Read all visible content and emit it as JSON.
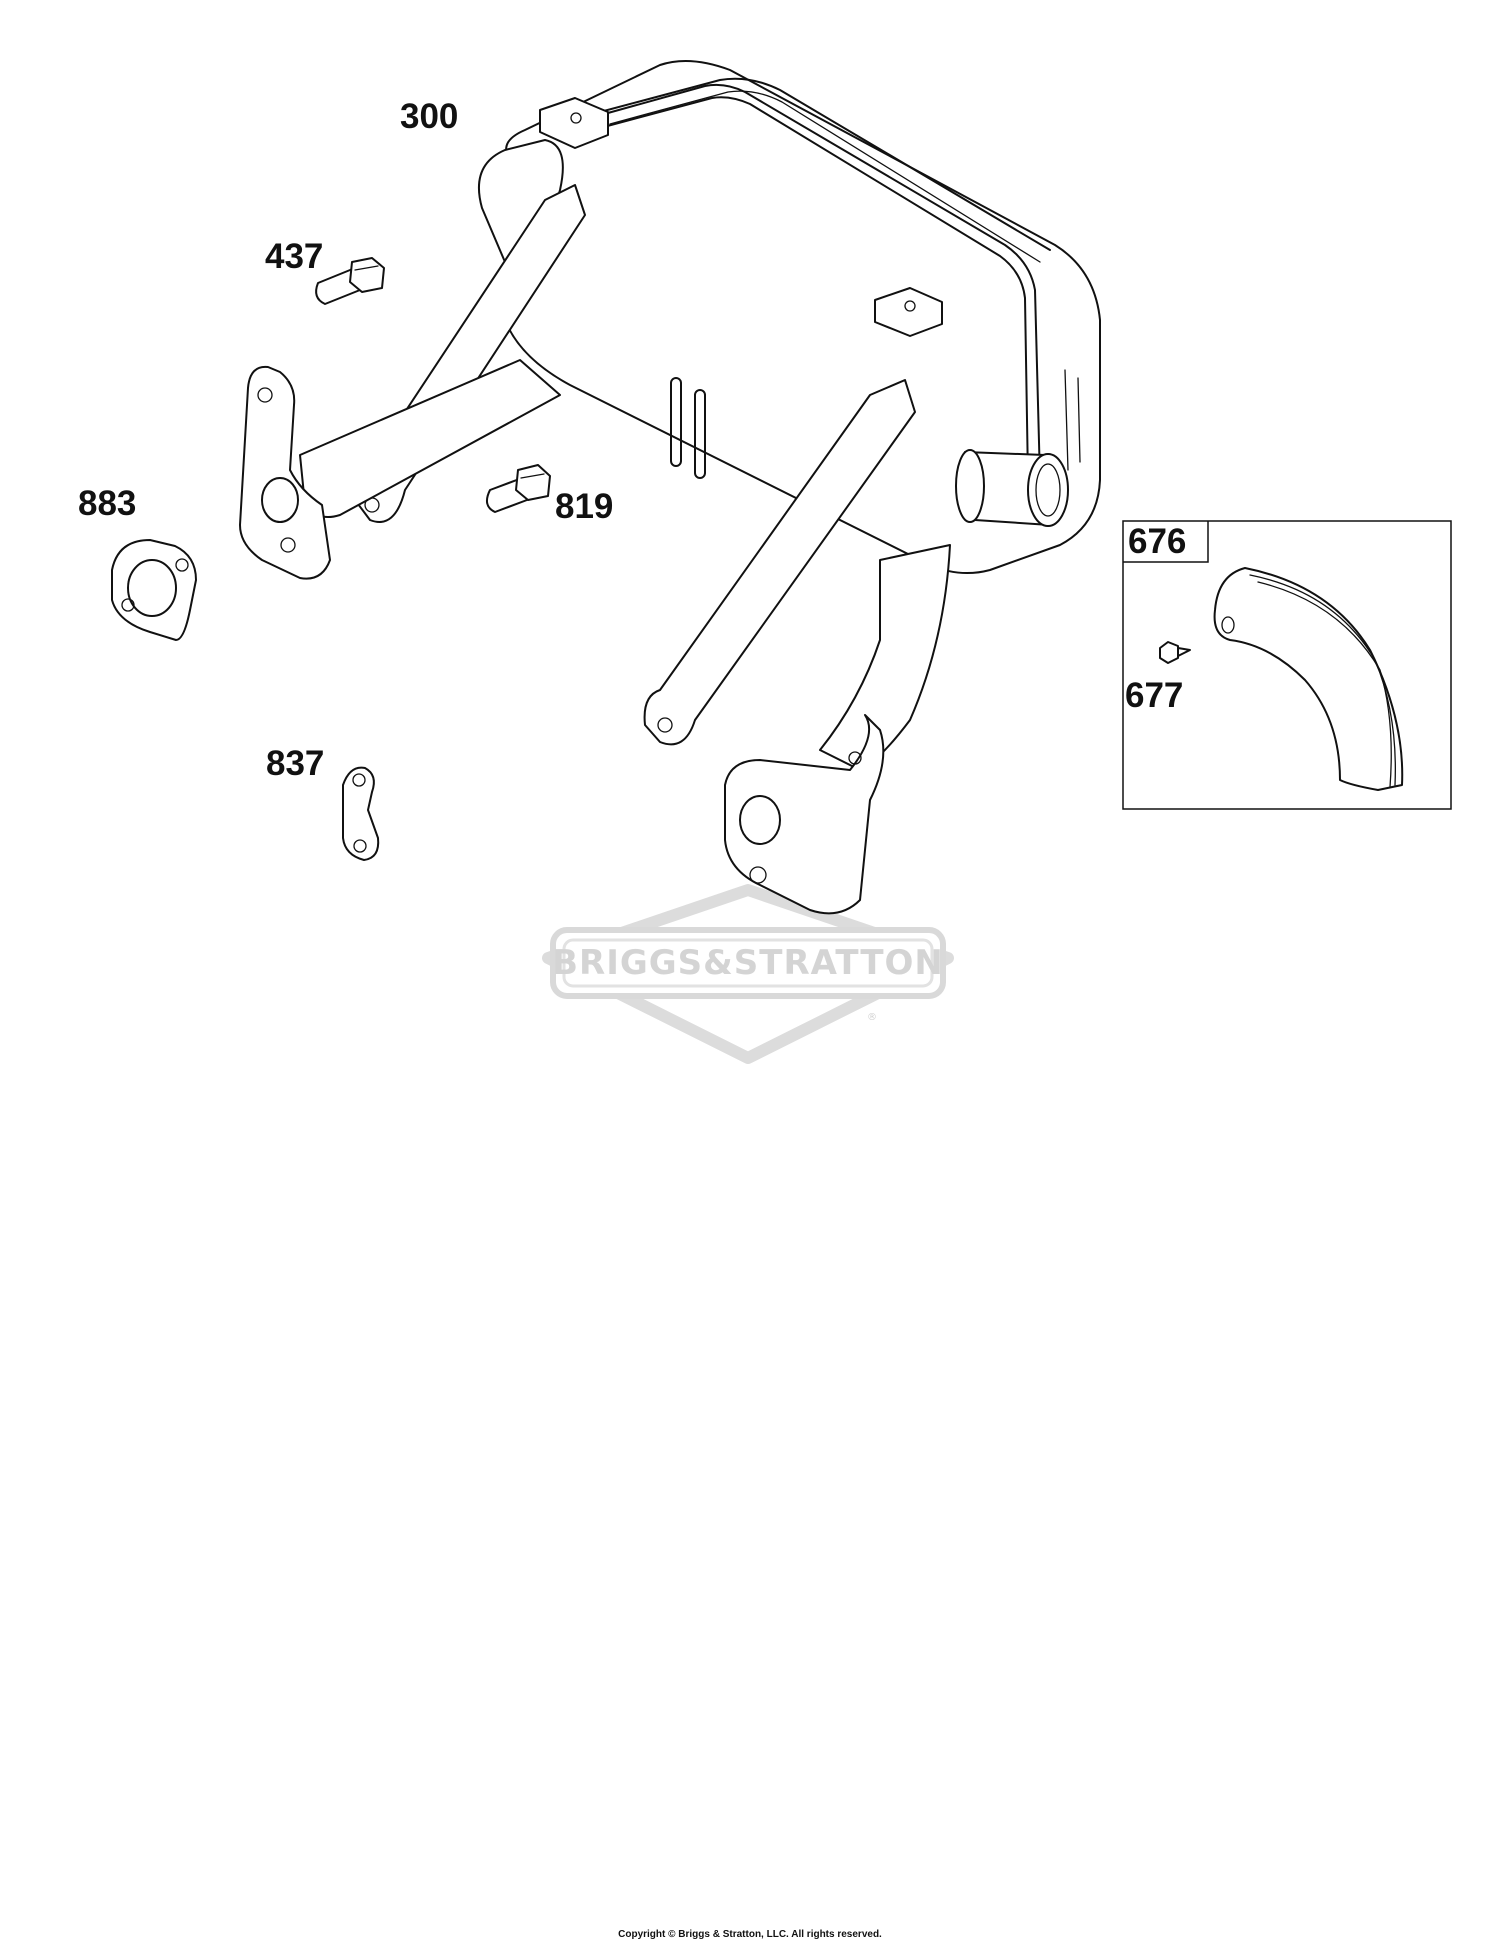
{
  "callouts": {
    "muffler": "300",
    "bolt_upper": "437",
    "bolt_lower": "819",
    "gasket": "883",
    "lock_plate": "837",
    "kit_box": "676",
    "kit_screw": "677"
  },
  "watermark": {
    "brand": "BRIGGS&STRATTON",
    "registered_mark": "®"
  },
  "footer": {
    "copyright": "Copyright © Briggs & Stratton, LLC. All rights reserved."
  },
  "colors": {
    "ink": "#111111",
    "watermark": "#d9d9d9",
    "background": "#ffffff"
  }
}
